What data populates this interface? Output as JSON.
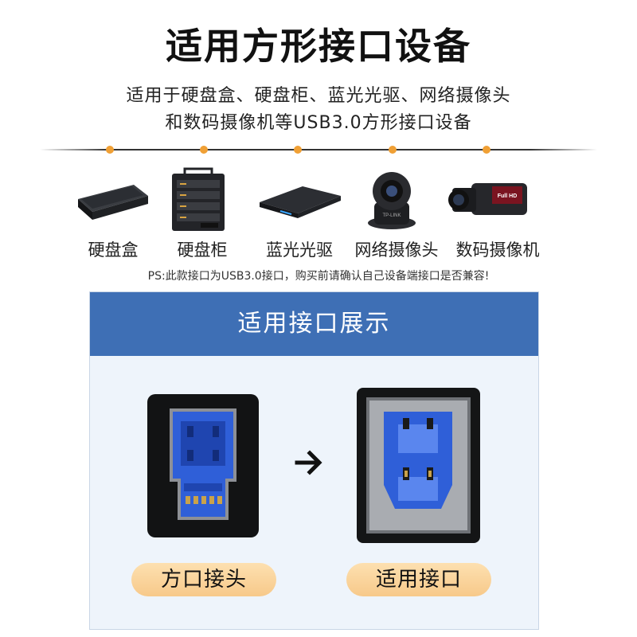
{
  "title": "适用方形接口设备",
  "subtitle": {
    "line1": "适用于硬盘盒、硬盘柜、蓝光光驱、网络摄像头",
    "line2": "和数码摄像机等USB3.0方形接口设备"
  },
  "devices": [
    {
      "label": "硬盘盒",
      "icon": "hdd-enclosure-icon"
    },
    {
      "label": "硬盘柜",
      "icon": "hdd-cabinet-icon"
    },
    {
      "label": "蓝光光驱",
      "icon": "bluray-drive-icon"
    },
    {
      "label": "网络摄像头",
      "icon": "network-camera-icon"
    },
    {
      "label": "数码摄像机",
      "icon": "camcorder-icon"
    }
  ],
  "note": "PS:此款接口为USB3.0接口，购买前请确认自己设备端接口是否兼容!",
  "panel": {
    "header": "适用接口展示",
    "plug_label": "方口接头",
    "socket_label": "适用接口"
  },
  "colors": {
    "accent_blue": "#3e6fb5",
    "usb_blue": "#2f5fd8",
    "dot_orange": "#f0a035",
    "pill": "#f7c98a"
  }
}
